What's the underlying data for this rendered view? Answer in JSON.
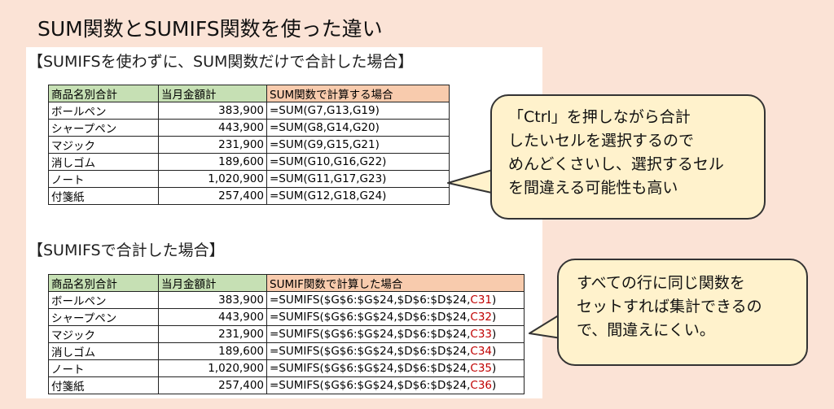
{
  "title": "SUM関数とSUMIFS関数を使った違い",
  "section1": {
    "heading": "【SUMIFSを使わずに、SUM関数だけで合計した場合】",
    "headers": [
      "商品名別合計",
      "当月金額計",
      "SUM関数で計算する場合"
    ],
    "rows": [
      {
        "name": "ボールペン",
        "amount": "383,900",
        "formula": "=SUM(G7,G13,G19)"
      },
      {
        "name": "シャープペン",
        "amount": "443,900",
        "formula": "=SUM(G8,G14,G20)"
      },
      {
        "name": "マジック",
        "amount": "231,900",
        "formula": "=SUM(G9,G15,G21)"
      },
      {
        "name": "消しゴム",
        "amount": "189,600",
        "formula": "=SUM(G10,G16,G22)"
      },
      {
        "name": "ノート",
        "amount": "1,020,900",
        "formula": "=SUM(G11,G17,G23)"
      },
      {
        "name": "付箋紙",
        "amount": "257,400",
        "formula": "=SUM(G12,G18,G24)"
      }
    ]
  },
  "section2": {
    "heading": "【SUMIFSで合計した場合】",
    "headers": [
      "商品名別合計",
      "当月金額計",
      "SUMIF関数で計算した場合"
    ],
    "rows": [
      {
        "name": "ボールペン",
        "amount": "383,900",
        "formula": "=SUMIFS($G$6:$G$24,$D$6:$D$24,",
        "ref": "C31",
        "close": ")"
      },
      {
        "name": "シャープペン",
        "amount": "443,900",
        "formula": "=SUMIFS($G$6:$G$24,$D$6:$D$24,",
        "ref": "C32",
        "close": ")"
      },
      {
        "name": "マジック",
        "amount": "231,900",
        "formula": "=SUMIFS($G$6:$G$24,$D$6:$D$24,",
        "ref": "C33",
        "close": ")"
      },
      {
        "name": "消しゴム",
        "amount": "189,600",
        "formula": "=SUMIFS($G$6:$G$24,$D$6:$D$24,",
        "ref": "C34",
        "close": ")"
      },
      {
        "name": "ノート",
        "amount": "1,020,900",
        "formula": "=SUMIFS($G$6:$G$24,$D$6:$D$24,",
        "ref": "C35",
        "close": ")"
      },
      {
        "name": "付箋紙",
        "amount": "257,400",
        "formula": "=SUMIFS($G$6:$G$24,$D$6:$D$24,",
        "ref": "C36",
        "close": ")"
      }
    ]
  },
  "callout1": {
    "lines": [
      "「Ctrl」を押しながら合計",
      "したいセルを選択するので",
      "めんどくさいし、選択するセル",
      "を間違える可能性も高い"
    ]
  },
  "callout2": {
    "lines": [
      "すべての行に同じ関数を",
      "セットすれば集計できるの",
      "で、間違えにくい。"
    ]
  },
  "colors": {
    "background": "#fbe3d6",
    "header_green": "#c6e0b4",
    "header_orange": "#f8cbad",
    "callout_fill": "#fff2cc",
    "ref_red": "#c00000"
  }
}
